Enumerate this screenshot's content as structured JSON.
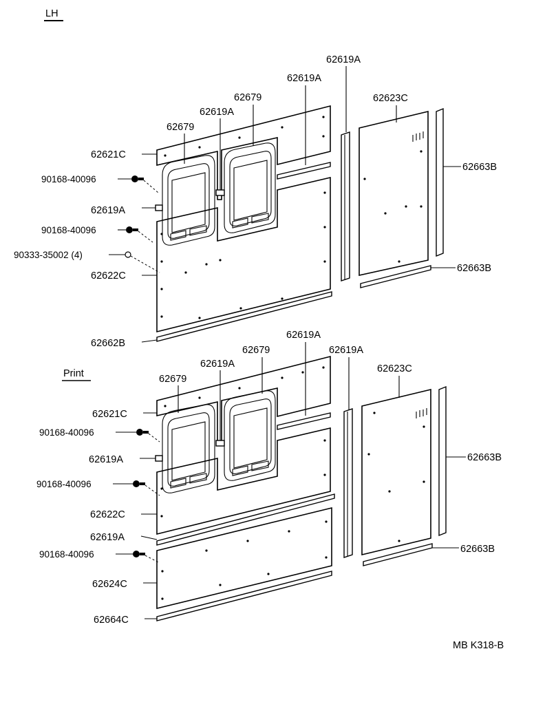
{
  "header": {
    "side_label": "LH",
    "print_label": "Print"
  },
  "footer": {
    "figure_code": "MB K318-B"
  },
  "top_section": {
    "labels": {
      "p62619A_a": "62619A",
      "p62619A_b": "62619A",
      "p62679_a": "62679",
      "p62619A_c": "62619A",
      "p62623C": "62623C",
      "p62679_b": "62679",
      "p62621C": "62621C",
      "p62663B_a": "62663B",
      "p90168_a": "90168-40096",
      "p62619A_d": "62619A",
      "p90168_b": "90168-40096",
      "p90333": "90333-35002 (4)",
      "p62663B_b": "62663B",
      "p62622C": "62622C",
      "p62662B": "62662B"
    }
  },
  "bottom_section": {
    "labels": {
      "p62619A_a": "62619A",
      "p62619A_b": "62619A",
      "p62679_a": "62679",
      "p62619A_c": "62619A",
      "p62623C": "62623C",
      "p62679_b": "62679",
      "p62621C": "62621C",
      "p90168_a": "90168-40096",
      "p62663B_a": "62663B",
      "p62619A_d": "62619A",
      "p90168_b": "90168-40096",
      "p62622C": "62622C",
      "p62619A_e": "62619A",
      "p62663B_b": "62663B",
      "p90168_c": "90168-40096",
      "p62624C": "62624C",
      "p62664C": "62664C"
    }
  }
}
